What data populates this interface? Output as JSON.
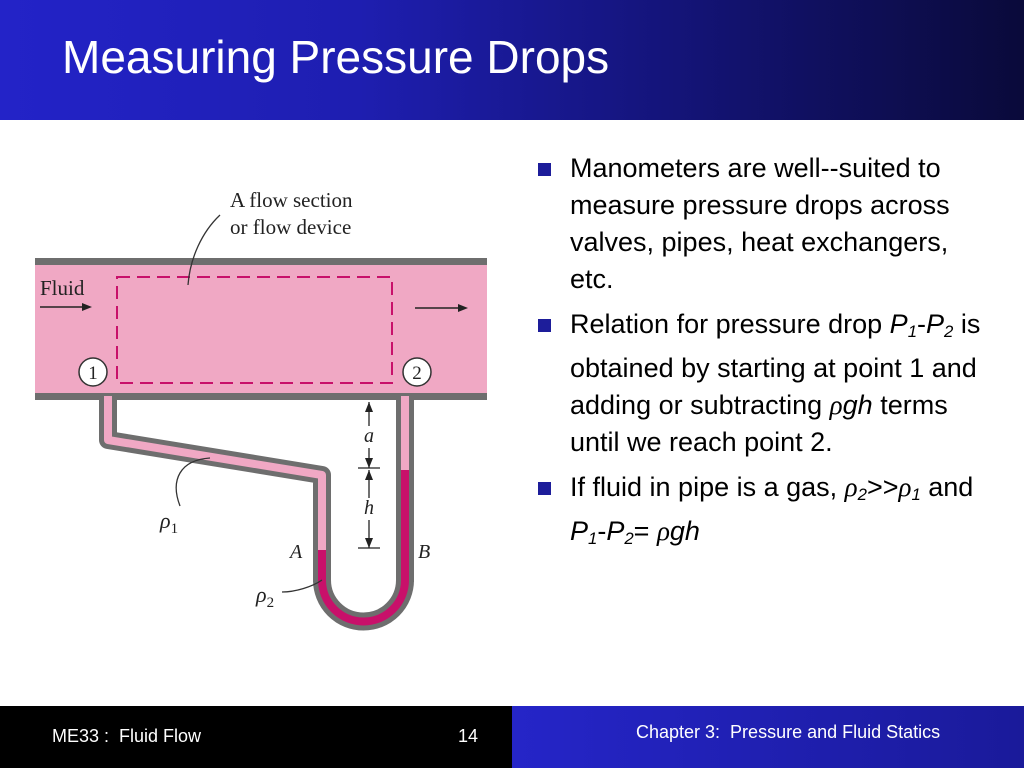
{
  "slide": {
    "title": "Measuring Pressure Drops"
  },
  "diagram": {
    "label_flow_section_line1": "A flow section",
    "label_flow_section_line2": "or flow device",
    "label_fluid": "Fluid",
    "point1": "1",
    "point2": "2",
    "label_a": "a",
    "label_h": "h",
    "label_rho": "ρ",
    "label_rho1_sub": "1",
    "label_rho2_sub": "2",
    "label_A": "A",
    "label_B": "B"
  },
  "bullets": [
    {
      "text": "Manometers are well--suited to measure pressure drops across valves, pipes, heat exchangers, etc."
    },
    {
      "t1": "Relation for pressure drop ",
      "P": "P",
      "sub1": "1",
      "dash": "-",
      "sub2": "2",
      "t2": " is obtained by starting at point 1 and adding or subtracting ",
      "rho": "ρ",
      "gh": "gh",
      "t3": " terms until we reach point 2."
    },
    {
      "t1": "If fluid in pipe is a gas, ",
      "rho": "ρ",
      "sub2": "2",
      "gtgt": ">>",
      "sub1": "1",
      "and": " and ",
      "P": "P",
      "dash": "-",
      "eq": "= ",
      "gh": "gh"
    }
  ],
  "footer": {
    "course": "ME33 :  Fluid Flow",
    "page": "14",
    "chapter": "Chapter 3:  Pressure and Fluid Statics"
  },
  "colors": {
    "header_start": "#2323c8",
    "header_end": "#0a0a3a",
    "pipe_fluid": "#f0a8c4",
    "manometer_fluid": "#c8106a",
    "pipe_wall": "#6e6e6e",
    "bullet": "#1d1d9a"
  }
}
